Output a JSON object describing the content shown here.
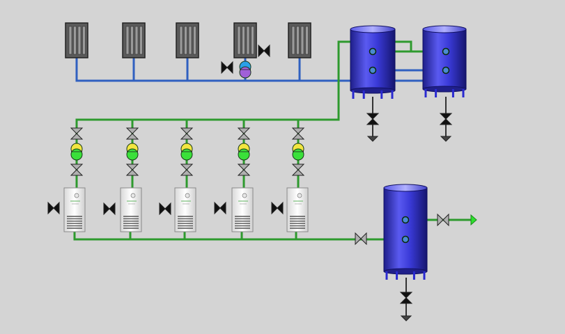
{
  "colors": {
    "background": "#d4d4d4",
    "hot_pipe": "#2e9a2e",
    "cold_pipe": "#3060c0",
    "tank_blue": "#3a3ad8",
    "radiator_gray": "#5a5a5a",
    "pump_green": "#3ae03a",
    "pump_yellow": "#f2e640",
    "pump_blue": "#2aa0e8",
    "pump_purple": "#a060d8",
    "valve_black": "#111111",
    "valve_gray": "#b0b0b0"
  },
  "diagram": {
    "radiators": [
      "radiator-1",
      "radiator-2",
      "radiator-3",
      "radiator-4",
      "radiator-5"
    ],
    "storage_tanks": [
      "storage-tank-1",
      "storage-tank-2"
    ],
    "buffer_tank": "buffer-tank",
    "heat_pump_units": [
      "unit-1",
      "unit-2",
      "unit-3",
      "unit-4",
      "unit-5"
    ],
    "outlet_arrow_color": "#2ee02e"
  }
}
